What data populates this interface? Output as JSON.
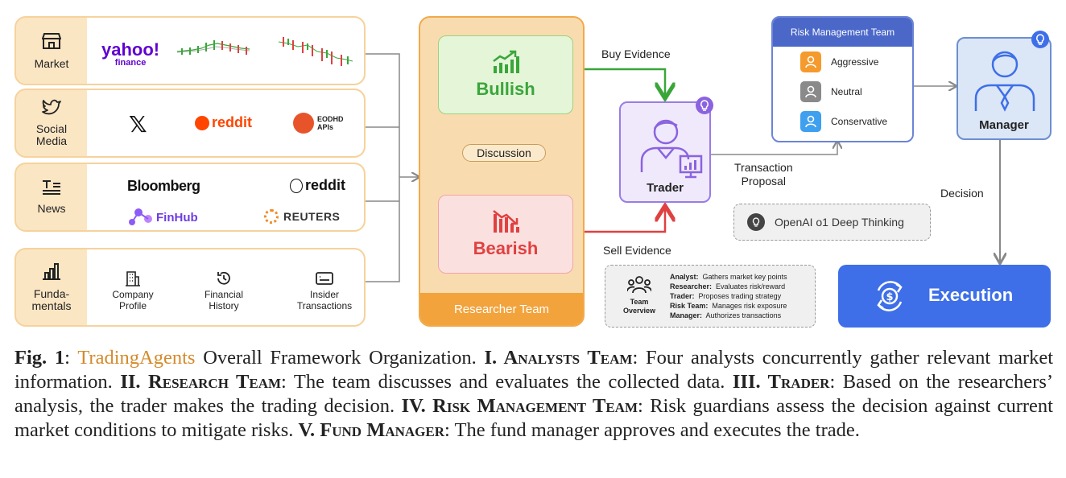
{
  "analysts": [
    {
      "label": "Market",
      "icon": "store-icon",
      "logos": [
        "yahoo!",
        "finance"
      ]
    },
    {
      "label_lines": [
        "Social",
        "Media"
      ],
      "icon": "twitter-bird-icon",
      "logos": [
        "𝕏",
        "reddit",
        "EODHD",
        "APIs"
      ]
    },
    {
      "label": "News",
      "icon": "newspaper-icon",
      "logos": [
        "Bloomberg",
        "reddit",
        "FinHub",
        "REUTERS"
      ]
    },
    {
      "label_lines": [
        "Funda-",
        "mentals"
      ],
      "icon": "bar-chart-icon",
      "items": [
        {
          "lines": [
            "Company",
            "Profile"
          ]
        },
        {
          "lines": [
            "Financial",
            "History"
          ]
        },
        {
          "lines": [
            "Insider",
            "Transactions"
          ]
        }
      ]
    }
  ],
  "researcher": {
    "bullish": "Bullish",
    "bearish": "Bearish",
    "discussion": "Discussion",
    "footer": "Researcher Team"
  },
  "edges": {
    "buy": "Buy Evidence",
    "sell": "Sell Evidence",
    "proposal_lines": [
      "Transaction",
      "Proposal"
    ],
    "decision": "Decision"
  },
  "trader": {
    "name": "Trader"
  },
  "risk": {
    "title": "Risk Management Team",
    "items": [
      {
        "label": "Aggressive",
        "color": "#f59a2c"
      },
      {
        "label": "Neutral",
        "color": "#8a8a8a"
      },
      {
        "label": "Conservative",
        "color": "#3ea0ef"
      }
    ]
  },
  "manager": {
    "name": "Manager"
  },
  "execution": {
    "label": "Execution"
  },
  "deep_thinking": {
    "label": "OpenAI o1 Deep Thinking"
  },
  "overview": {
    "title_lines": [
      "Team",
      "Overview"
    ],
    "rows": [
      {
        "role": "Analyst:",
        "desc": "Gathers market key points"
      },
      {
        "role": "Researcher:",
        "desc": "Evaluates risk/reward"
      },
      {
        "role": "Trader:",
        "desc": "Proposes trading strategy"
      },
      {
        "role": "Risk Team:",
        "desc": "Manages risk exposure"
      },
      {
        "role": "Manager:",
        "desc": "Authorizes transactions"
      }
    ]
  },
  "caption": {
    "fig": "Fig. 1",
    "brand": "TradingAgents",
    "intro": " Overall Framework Organization. ",
    "s1_head": "I. Analysts Team",
    "s1": ": Four analysts concurrently gather relevant market information. ",
    "s2_head": "II. Research Team",
    "s2": ": The team discusses and evaluates the collected data. ",
    "s3_head": "III. Trader",
    "s3": ": Based on the researchers’ analysis, the trader makes the trading decision. ",
    "s4_head": "IV. Risk Management Team",
    "s4": ": Risk guardians assess the decision against current market conditions to mitigate risks. ",
    "s5_head": "V. Fund Manager",
    "s5": ": The fund manager approves and executes the trade."
  }
}
